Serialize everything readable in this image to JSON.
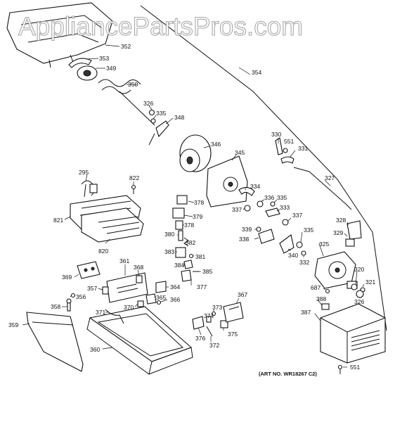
{
  "watermark": "AppliancePartsPros.com",
  "art_number": "(ART NO. WR18267 C2)",
  "callouts": [
    {
      "id": "352",
      "text": "352"
    },
    {
      "id": "353",
      "text": "353"
    },
    {
      "id": "349",
      "text": "349"
    },
    {
      "id": "350",
      "text": "350"
    },
    {
      "id": "354",
      "text": "354"
    },
    {
      "id": "326a",
      "text": "326"
    },
    {
      "id": "335a",
      "text": "335"
    },
    {
      "id": "348",
      "text": "348"
    },
    {
      "id": "330",
      "text": "330"
    },
    {
      "id": "551a",
      "text": "551"
    },
    {
      "id": "331",
      "text": "331"
    },
    {
      "id": "346",
      "text": "346"
    },
    {
      "id": "345",
      "text": "345"
    },
    {
      "id": "295",
      "text": "295"
    },
    {
      "id": "822",
      "text": "822"
    },
    {
      "id": "327",
      "text": "327"
    },
    {
      "id": "334",
      "text": "334"
    },
    {
      "id": "378a",
      "text": "378"
    },
    {
      "id": "336",
      "text": "336"
    },
    {
      "id": "335b",
      "text": "335"
    },
    {
      "id": "337a",
      "text": "337"
    },
    {
      "id": "333",
      "text": "333"
    },
    {
      "id": "379",
      "text": "379"
    },
    {
      "id": "337b",
      "text": "337"
    },
    {
      "id": "821",
      "text": "821"
    },
    {
      "id": "378b",
      "text": "378"
    },
    {
      "id": "328",
      "text": "328"
    },
    {
      "id": "339",
      "text": "339"
    },
    {
      "id": "380",
      "text": "380"
    },
    {
      "id": "335c",
      "text": "335"
    },
    {
      "id": "338",
      "text": "338"
    },
    {
      "id": "329",
      "text": "329"
    },
    {
      "id": "382",
      "text": "382"
    },
    {
      "id": "820",
      "text": "820"
    },
    {
      "id": "325",
      "text": "325"
    },
    {
      "id": "383",
      "text": "383"
    },
    {
      "id": "340",
      "text": "340"
    },
    {
      "id": "381",
      "text": "381"
    },
    {
      "id": "332",
      "text": "332"
    },
    {
      "id": "361",
      "text": "361"
    },
    {
      "id": "384",
      "text": "384"
    },
    {
      "id": "368",
      "text": "368"
    },
    {
      "id": "385",
      "text": "385"
    },
    {
      "id": "320",
      "text": "320"
    },
    {
      "id": "369",
      "text": "369"
    },
    {
      "id": "321",
      "text": "321"
    },
    {
      "id": "687",
      "text": "687"
    },
    {
      "id": "357",
      "text": "357"
    },
    {
      "id": "364",
      "text": "364"
    },
    {
      "id": "377",
      "text": "377"
    },
    {
      "id": "326b",
      "text": "326"
    },
    {
      "id": "356",
      "text": "356"
    },
    {
      "id": "365",
      "text": "365"
    },
    {
      "id": "366",
      "text": "366"
    },
    {
      "id": "367",
      "text": "367"
    },
    {
      "id": "388",
      "text": "388"
    },
    {
      "id": "358",
      "text": "358"
    },
    {
      "id": "370",
      "text": "370"
    },
    {
      "id": "373",
      "text": "373"
    },
    {
      "id": "387",
      "text": "387"
    },
    {
      "id": "371",
      "text": "371"
    },
    {
      "id": "374",
      "text": "374"
    },
    {
      "id": "359",
      "text": "359"
    },
    {
      "id": "375",
      "text": "375"
    },
    {
      "id": "376",
      "text": "376"
    },
    {
      "id": "372",
      "text": "372"
    },
    {
      "id": "360",
      "text": "360"
    },
    {
      "id": "551b",
      "text": "551"
    }
  ]
}
